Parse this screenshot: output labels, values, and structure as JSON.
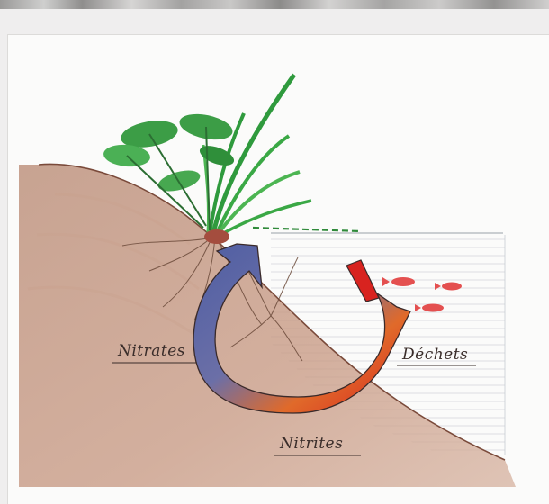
{
  "labels": {
    "nitrates": "Nitrates",
    "nitrites": "Nitrites",
    "dechets": "Déchets"
  },
  "colors": {
    "soil": "#b98a74",
    "water_lines": "#cfd3d8",
    "arrow_blue": "#4f5ea3",
    "arrow_red": "#d8231f",
    "arrow_orange": "#e06a2a",
    "plant_green": "#3a9a3e",
    "fish_red": "#e45050"
  },
  "icons": {
    "plant": "plant-icon",
    "fish": "fish-icon",
    "cycle_arrow": "cycle-arrow-icon"
  }
}
